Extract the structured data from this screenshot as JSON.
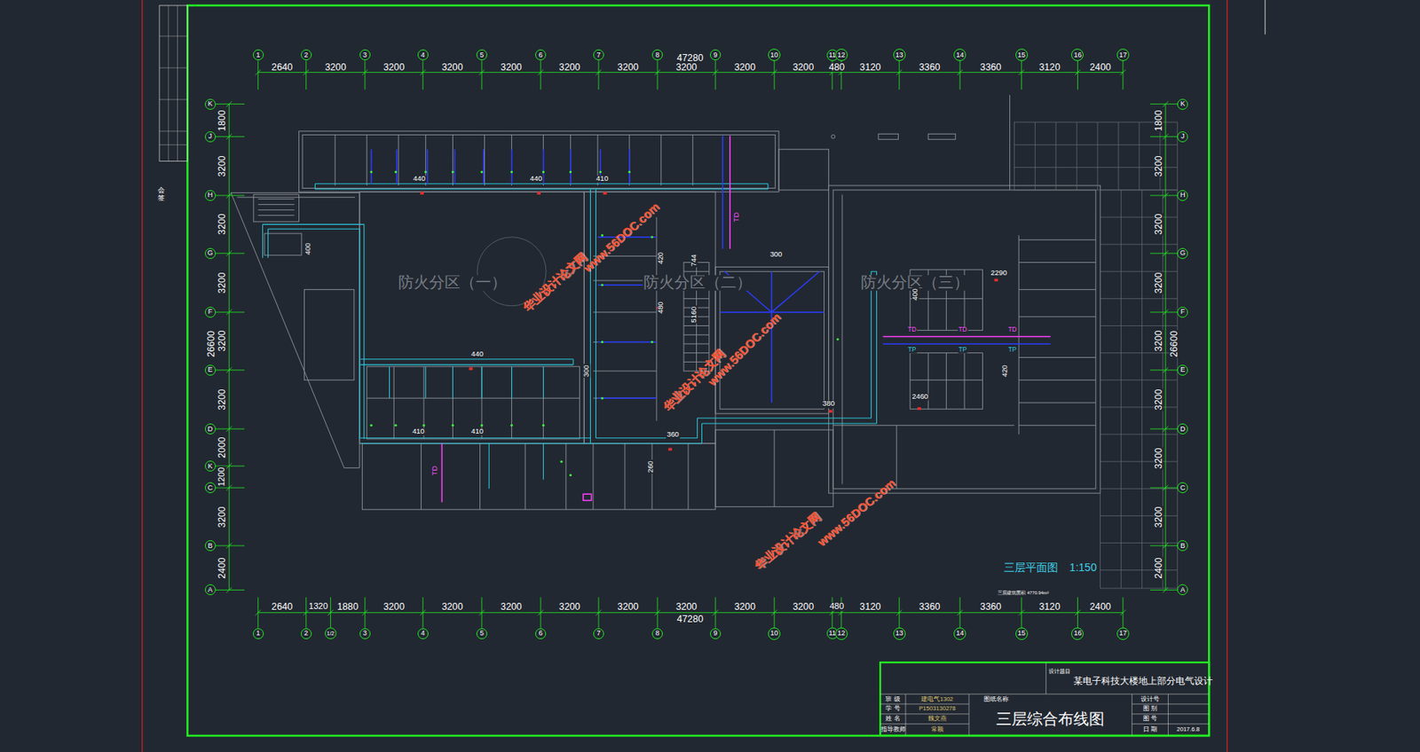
{
  "diagram": {
    "nodes": [
      {
        "text": [
          "1"
        ]
      },
      {
        "text": [
          "2"
        ]
      },
      {
        "text": [
          "3"
        ]
      },
      {
        "text": [
          "4"
        ]
      },
      {
        "text": [
          "5"
        ]
      },
      {
        "text": [
          "6"
        ]
      },
      {
        "text": [
          "7"
        ]
      },
      {
        "text": [
          "8"
        ]
      },
      {
        "text": [
          "9"
        ]
      },
      {
        "text": [
          "10"
        ]
      },
      {
        "text": [
          "11"
        ]
      },
      {
        "text": [
          "12"
        ]
      },
      {
        "text": [
          "13"
        ]
      },
      {
        "text": [
          "14"
        ]
      },
      {
        "text": [
          "15"
        ]
      },
      {
        "text": [
          "16"
        ]
      },
      {
        "text": [
          "17"
        ]
      },
      {
        "text": [
          "1"
        ]
      },
      {
        "text": [
          "2"
        ]
      },
      {
        "text": [
          "1/2"
        ]
      },
      {
        "text": [
          "3"
        ]
      },
      {
        "text": [
          "4"
        ]
      },
      {
        "text": [
          "5"
        ]
      },
      {
        "text": [
          "6"
        ]
      },
      {
        "text": [
          "7"
        ]
      },
      {
        "text": [
          "8"
        ]
      },
      {
        "text": [
          "9"
        ]
      },
      {
        "text": [
          "10"
        ]
      },
      {
        "text": [
          "11"
        ]
      },
      {
        "text": [
          "12"
        ]
      },
      {
        "text": [
          "13"
        ]
      },
      {
        "text": [
          "14"
        ]
      },
      {
        "text": [
          "15"
        ]
      },
      {
        "text": [
          "16"
        ]
      },
      {
        "text": [
          "17"
        ]
      },
      {
        "text": [
          "K"
        ]
      },
      {
        "text": [
          "J"
        ]
      },
      {
        "text": [
          "H"
        ]
      },
      {
        "text": [
          "G"
        ]
      },
      {
        "text": [
          "F"
        ]
      },
      {
        "text": [
          "E"
        ]
      },
      {
        "text": [
          "D"
        ]
      },
      {
        "text": [
          "K"
        ]
      },
      {
        "text": [
          "C"
        ]
      },
      {
        "text": [
          "B"
        ]
      },
      {
        "text": [
          "A"
        ]
      },
      {
        "text": [
          "K"
        ]
      },
      {
        "text": [
          "J"
        ]
      },
      {
        "text": [
          "H"
        ]
      },
      {
        "text": [
          "G"
        ]
      },
      {
        "text": [
          "F"
        ]
      },
      {
        "text": [
          "E"
        ]
      },
      {
        "text": [
          "D"
        ]
      },
      {
        "text": [
          "C"
        ]
      },
      {
        "text": [
          "B"
        ]
      },
      {
        "text": [
          "A"
        ]
      }
    ],
    "labels": [
      "2640",
      "3200",
      "3200",
      "3200",
      "3200",
      "3200",
      "3200",
      "3200",
      "3200",
      "3200",
      "480",
      "3120",
      "3360",
      "3360",
      "3120",
      "2400",
      "47280",
      "2640",
      "1320",
      "1880",
      "3200",
      "3200",
      "3200",
      "3200",
      "3200",
      "3200",
      "3200",
      "3200",
      "480",
      "3120",
      "3360",
      "3360",
      "3120",
      "2400",
      "47280",
      "1800",
      "3200",
      "3200",
      "3200",
      "3200",
      "3200",
      "2000",
      "1200",
      "3200",
      "2400",
      "26600",
      "1800",
      "3200",
      "3200",
      "3200",
      "3200",
      "3200",
      "3200",
      "3200",
      "2400",
      "26600",
      "防火分区（一）",
      "防火分区（二）",
      "防火分区（三）",
      "440",
      "440",
      "410",
      "400",
      "440",
      "410",
      "410",
      "300",
      "420",
      "480",
      "744",
      "5160",
      "300",
      "2290",
      "400",
      "420",
      "2460",
      "380",
      "360",
      "260",
      "TD",
      "TD",
      "TP",
      "TD",
      "TP",
      "TD",
      "TP",
      "TD",
      "三层平面图",
      "1:150",
      "三层建筑面积 4770.94m²",
      "华业设计论文网",
      "www.56DOC.com",
      "华业设计论文网",
      "www.56DOC.com",
      "华业设计论文网",
      "www.56DOC.com",
      "会签",
      "设计题目",
      "某电子科技大楼地上部分电气设计",
      "班 级",
      "建电气1302",
      "学 号",
      "P1503130278",
      "姓 名",
      "魏文燕",
      "指导教师",
      "常颖",
      "图纸名称",
      "三层综合布线图",
      "设计号",
      "图 别",
      "图 号",
      "日 期",
      "2017.6.8"
    ]
  }
}
